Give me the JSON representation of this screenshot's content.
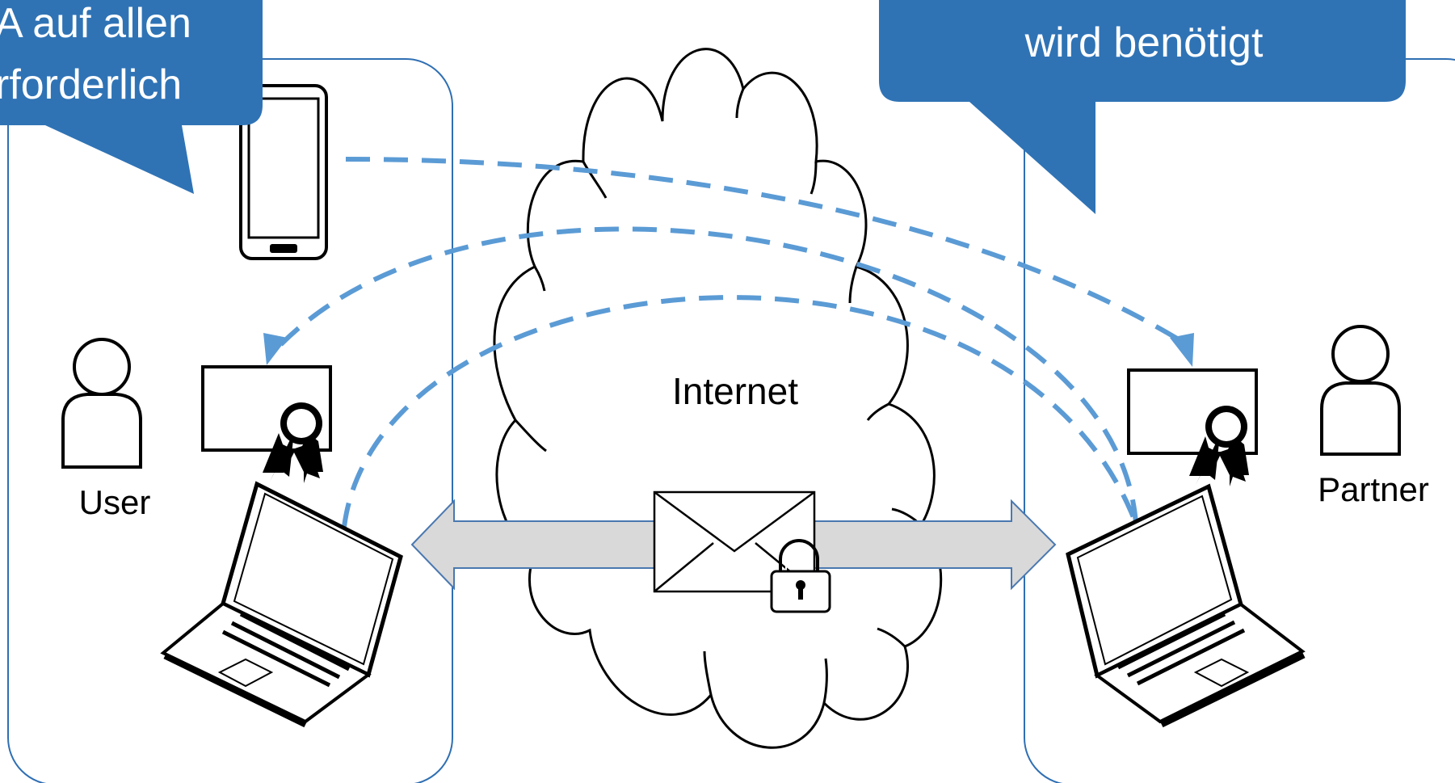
{
  "colors": {
    "box_border": "#2F6FB3",
    "bubble_fill": "#2F73B5",
    "bubble_text": "#FFFFFF",
    "dashed_arrow": "#5B9BD5",
    "transfer_arrow_fill": "#D9D9D9",
    "transfer_arrow_stroke": "#4A78B0",
    "outline": "#000000"
  },
  "left_callout": {
    "line1": "A auf allen",
    "line2": "rforderlich"
  },
  "right_callout": {
    "line1": "wird benötigt"
  },
  "cloud_label": "Internet",
  "user_label": "User",
  "partner_label": "Partner",
  "icons": [
    "smartphone-icon",
    "person-icon",
    "certificate-icon",
    "laptop-icon",
    "envelope-icon",
    "padlock-icon",
    "cloud-icon"
  ]
}
